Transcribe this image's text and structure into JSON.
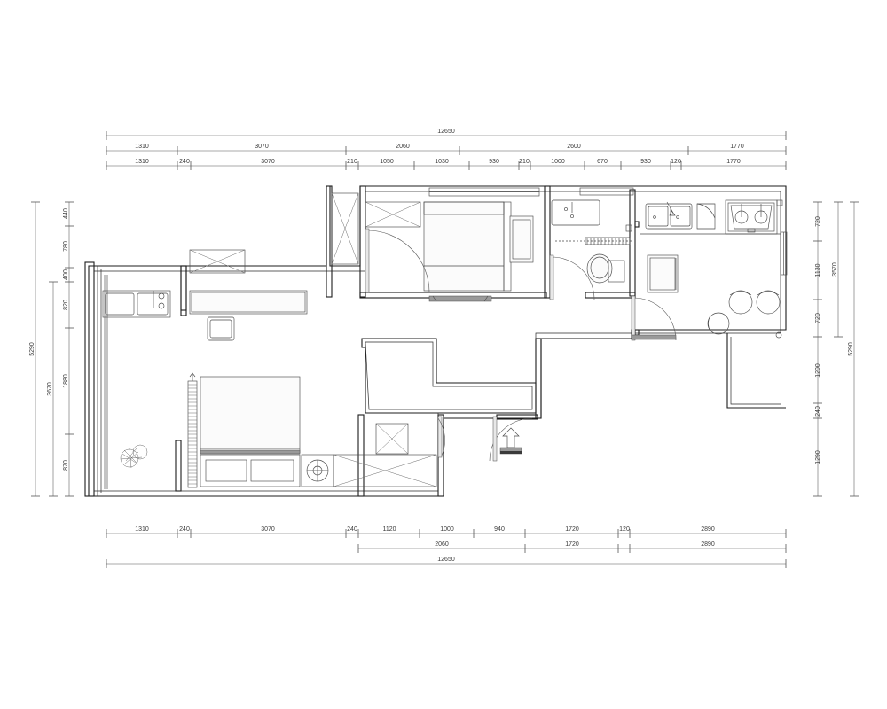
{
  "drawing": {
    "type": "architectural-floor-plan",
    "title": "",
    "units": "mm",
    "background_color": "#ffffff",
    "line_color": "#1d1d1d",
    "text_color": "#3a3a3a"
  },
  "dimensions": {
    "top": {
      "overall": "12650",
      "row1": [
        "1310",
        "3070",
        "2060",
        "2600",
        "1770"
      ],
      "row2": [
        "1310",
        "240",
        "3070",
        "210",
        "1050",
        "1030",
        "930",
        "210",
        "1000",
        "670",
        "930",
        "120",
        "1770"
      ]
    },
    "bottom": {
      "overall": "12650",
      "row1": [
        "1310",
        "240",
        "3070",
        "240",
        "1120",
        "1000",
        "940",
        "1720",
        "120",
        "2890"
      ],
      "row2": [
        "2060",
        "1720",
        "2890"
      ]
    },
    "left": {
      "overall": "5290",
      "group": "3670",
      "segments": [
        "440",
        "780",
        "400",
        "820",
        "1880",
        "870"
      ]
    },
    "right": {
      "overall": "5290",
      "group": "3570",
      "segments": [
        "720",
        "1130",
        "720",
        "1200",
        "240",
        "1290"
      ]
    }
  },
  "rooms": [
    {
      "name": "master-bedroom",
      "label": ""
    },
    {
      "name": "second-bedroom",
      "label": ""
    },
    {
      "name": "living-room",
      "label": ""
    },
    {
      "name": "kitchen",
      "label": ""
    },
    {
      "name": "bathroom",
      "label": ""
    },
    {
      "name": "balcony",
      "label": ""
    },
    {
      "name": "study-area",
      "label": ""
    },
    {
      "name": "dining-area",
      "label": ""
    },
    {
      "name": "entry-foyer",
      "label": ""
    }
  ],
  "fixtures": [
    {
      "name": "master-bed",
      "symbol": "bed"
    },
    {
      "name": "second-bed",
      "symbol": "bed"
    },
    {
      "name": "wardrobe-master",
      "symbol": "cabinet-x"
    },
    {
      "name": "wardrobe-second",
      "symbol": "cabinet-x"
    },
    {
      "name": "wardrobe-closet-vertical",
      "symbol": "cabinet-x"
    },
    {
      "name": "wardrobe-hall",
      "symbol": "cabinet-x"
    },
    {
      "name": "overhead-cabinet",
      "symbol": "cabinet-x"
    },
    {
      "name": "kitchen-sink",
      "symbol": "double-sink"
    },
    {
      "name": "cooktop",
      "symbol": "two-burner-stove"
    },
    {
      "name": "refrigerator",
      "symbol": "appliance-box"
    },
    {
      "name": "toilet",
      "symbol": "wc"
    },
    {
      "name": "washbasin",
      "symbol": "basin"
    },
    {
      "name": "bathroom-vanity",
      "symbol": "vanity"
    },
    {
      "name": "dining-chair-1",
      "symbol": "chair"
    },
    {
      "name": "dining-chair-2",
      "symbol": "chair"
    },
    {
      "name": "dining-chair-3",
      "symbol": "chair"
    },
    {
      "name": "desk-chair",
      "symbol": "chair"
    },
    {
      "name": "tv-cabinet",
      "symbol": "console"
    },
    {
      "name": "ceiling-fixture",
      "symbol": "circle-cross"
    },
    {
      "name": "potted-plant",
      "symbol": "plant"
    },
    {
      "name": "entry-arrow",
      "symbol": "up-arrow"
    },
    {
      "name": "desk-counter",
      "symbol": "counter"
    },
    {
      "name": "window-master",
      "symbol": "window"
    },
    {
      "name": "window-kitchen",
      "symbol": "window"
    },
    {
      "name": "balcony-rail",
      "symbol": "railing"
    }
  ],
  "doors": [
    {
      "name": "entry-door",
      "swing": "arc"
    },
    {
      "name": "master-bedroom-door",
      "swing": "arc"
    },
    {
      "name": "bathroom-door",
      "swing": "arc"
    },
    {
      "name": "kitchen-door",
      "swing": "arc"
    },
    {
      "name": "second-bedroom-door",
      "swing": "arc"
    },
    {
      "name": "balcony-door",
      "swing": "sliding"
    }
  ]
}
